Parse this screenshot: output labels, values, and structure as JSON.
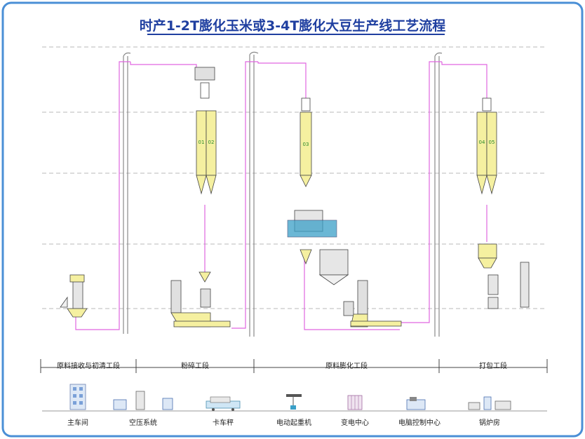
{
  "title": "时产1-2T膨化玉米或3-4T膨化大豆生产线工艺流程",
  "colors": {
    "frame": "#4a8fd6",
    "title": "#1f3fa0",
    "pipe": "#e066e0",
    "silo": "#f5f0a0",
    "equipment": "#3aa0c8",
    "section_line": "#444444"
  },
  "sections": [
    {
      "id": "receiving",
      "label": "原料接收与初清工段"
    },
    {
      "id": "crushing",
      "label": "粉碎工段"
    },
    {
      "id": "extrusion",
      "label": "原料膨化工段"
    },
    {
      "id": "packing",
      "label": "打包工段"
    }
  ],
  "bin_labels": {
    "crush_bin_1": "01",
    "crush_bin_2": "02",
    "extrude_bin": "03",
    "pack_bin_1": "04",
    "pack_bin_2": "05"
  },
  "facilities": [
    {
      "id": "main_workshop",
      "label": "主车间",
      "icon": "building-icon"
    },
    {
      "id": "air_compressor",
      "label": "空压系统",
      "icon": "compressor-icon"
    },
    {
      "id": "truck_scale",
      "label": "卡车秤",
      "icon": "truck-icon"
    },
    {
      "id": "crane",
      "label": "电动起重机",
      "icon": "crane-icon"
    },
    {
      "id": "substation",
      "label": "变电中心",
      "icon": "substation-icon"
    },
    {
      "id": "control_center",
      "label": "电脑控制中心",
      "icon": "computer-icon"
    },
    {
      "id": "boiler_room",
      "label": "锅炉房",
      "icon": "boiler-icon"
    }
  ]
}
